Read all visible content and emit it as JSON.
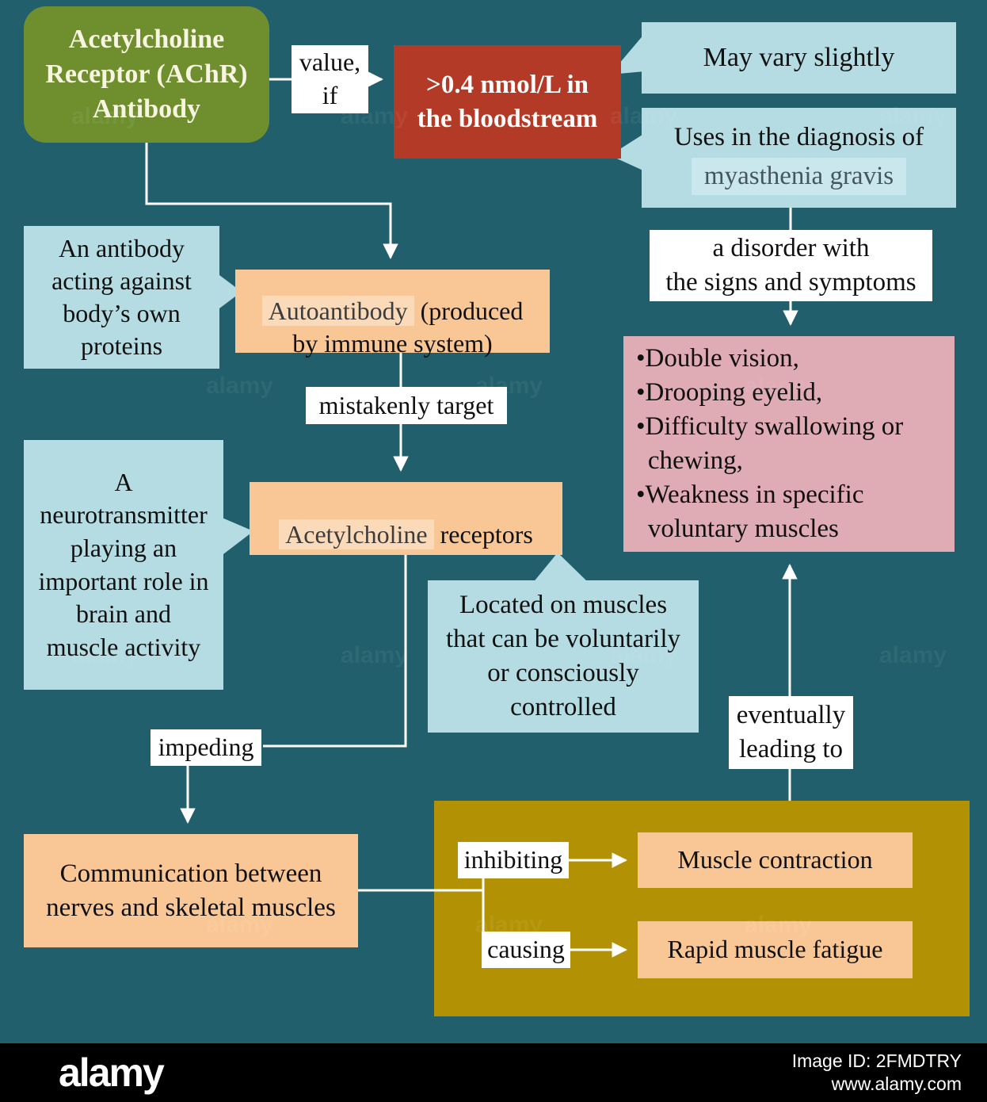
{
  "colors": {
    "background": "#205f6b",
    "green": "#6f8f2e",
    "red": "#b23a27",
    "light_blue": "#b4dce2",
    "light_blue_hl": "#c9e7ec",
    "orange": "#f9c795",
    "orange_hl": "#fbdab9",
    "pink": "#dfabb4",
    "gold": "#b29204",
    "line": "#ffffff"
  },
  "nodes": {
    "title": {
      "text": "Acetylcholine\nReceptor (AChR)\nAntibody"
    },
    "value_if": {
      "text": "value,\nif"
    },
    "threshold": {
      "text": ">0.4 nmol/L in\nthe bloodstream"
    },
    "may_vary": {
      "text": "May vary slightly"
    },
    "diagnosis": {
      "line1": "Uses in the diagnosis of",
      "highlight": "myasthenia gravis"
    },
    "disorder": {
      "text": "a disorder with\nthe signs and symptoms"
    },
    "symptoms": {
      "items": [
        "•Double vision,",
        "•Drooping eyelid,",
        "•Difficulty swallowing or chewing,",
        "•Weakness in specific voluntary muscles"
      ]
    },
    "antibody_def": {
      "text": "An antibody\nacting against\nbody’s own\nproteins"
    },
    "autoantibody": {
      "highlight": "Autoantibody",
      "rest": " (produced\nby immune system)"
    },
    "mistakenly": {
      "text": "mistakenly target"
    },
    "receptors": {
      "highlight": "Acetylcholine",
      "rest": " receptors"
    },
    "neurotransmitter_def": {
      "text": "A\nneurotransmitter\nplaying an\nimportant role in\nbrain and\nmuscle activity"
    },
    "located": {
      "text": "Located on muscles\nthat can be voluntarily\nor consciously\ncontrolled"
    },
    "impeding": {
      "text": "impeding"
    },
    "communication": {
      "text": "Communication between\nnerves and skeletal muscles"
    },
    "eventually": {
      "text": "eventually\nleading to"
    },
    "inhibiting": {
      "text": "inhibiting"
    },
    "muscle_contraction": {
      "text": "Muscle contraction"
    },
    "causing": {
      "text": "causing"
    },
    "rapid_fatigue": {
      "text": "Rapid muscle fatigue"
    }
  },
  "watermark": {
    "text": "alamy"
  },
  "footer": {
    "logo": "alamy",
    "image_id": "Image ID: 2FMDTRY",
    "url": "www.alamy.com"
  }
}
